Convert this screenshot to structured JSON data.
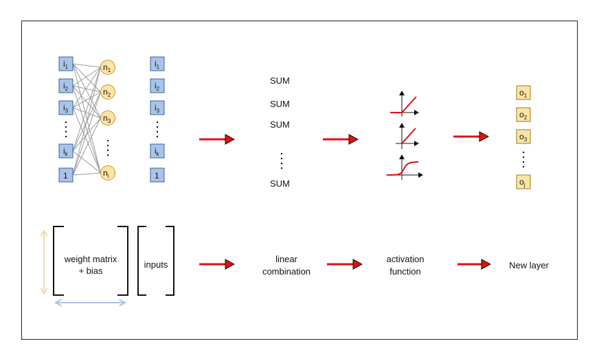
{
  "input_column_1": {
    "nodes": [
      {
        "base": "i",
        "sub": "1"
      },
      {
        "base": "i",
        "sub": "2"
      },
      {
        "base": "i",
        "sub": "3"
      },
      {
        "base": "i",
        "sub": "k"
      },
      {
        "base": "1",
        "sub": ""
      }
    ]
  },
  "neuron_column": {
    "nodes": [
      {
        "base": "n",
        "sub": "1"
      },
      {
        "base": "n",
        "sub": "2"
      },
      {
        "base": "n",
        "sub": "3"
      },
      {
        "base": "n",
        "sub": "i"
      }
    ]
  },
  "input_column_2": {
    "nodes": [
      {
        "base": "i",
        "sub": "1"
      },
      {
        "base": "i",
        "sub": "2"
      },
      {
        "base": "i",
        "sub": "3"
      },
      {
        "base": "i",
        "sub": "k"
      },
      {
        "base": "1",
        "sub": ""
      }
    ]
  },
  "sum_column": {
    "labels": [
      "SUM",
      "SUM",
      "SUM",
      "SUM"
    ]
  },
  "activation_icons": [
    "relu-icon",
    "linear-icon",
    "sigmoid-icon"
  ],
  "output_column": {
    "nodes": [
      {
        "base": "o",
        "sub": "1"
      },
      {
        "base": "o",
        "sub": "2"
      },
      {
        "base": "o",
        "sub": "3"
      },
      {
        "base": "o",
        "sub": "j"
      }
    ]
  },
  "captions": {
    "weight_matrix_line1": "weight matrix",
    "weight_matrix_line2": "+ bias",
    "inputs": "inputs",
    "linear_line1": "linear",
    "linear_line2": "combination",
    "activation_line1": "activation",
    "activation_line2": "function",
    "new_layer": "New layer"
  },
  "colors": {
    "input_fill": "#a9c4eb",
    "input_stroke": "#3d5f8f",
    "neuron_fill": "#fce4a6",
    "neuron_stroke": "#c59a2a",
    "output_fill": "#fce4a6",
    "output_stroke": "#9a7a20",
    "arrow": "#e01010",
    "curve": "#e01010",
    "height_arrow": "#eedcaa",
    "width_arrow": "#a9c4eb"
  }
}
